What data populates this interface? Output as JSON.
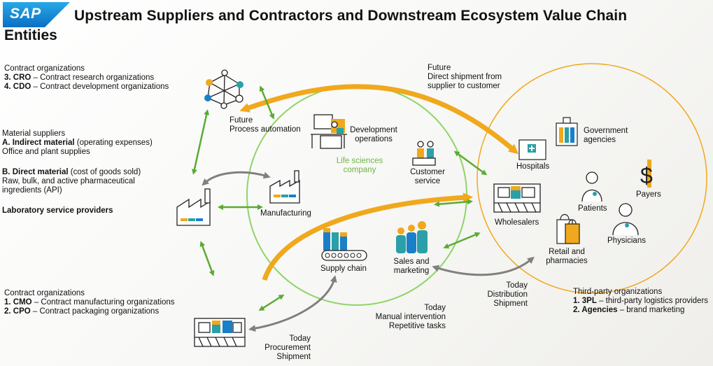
{
  "header": {
    "logo_text": "SAP",
    "title_line1": "Upstream Suppliers and Contractors and Downstream Ecosystem Value Chain",
    "title_line2": "Entities"
  },
  "left": {
    "contract_orgs_1": {
      "heading": "Contract organizations",
      "items": [
        {
          "code": "3. CRO",
          "desc": " – Contract research organizations"
        },
        {
          "code": "4. CDO",
          "desc": " – Contract development organizations"
        }
      ]
    },
    "material_suppliers": {
      "heading": "Material suppliers",
      "indirect_code": "A. Indirect material",
      "indirect_desc": " (operating expenses)",
      "indirect_line2": "Office and plant supplies",
      "direct_code": "B. Direct material",
      "direct_desc": " (cost of goods sold)",
      "direct_line2": "Raw, bulk, and active pharmaceutical",
      "direct_line3": "ingredients (API)"
    },
    "lab_providers": "Laboratory service providers",
    "contract_orgs_2": {
      "heading": "Contract organizations",
      "items": [
        {
          "code": "1. CMO",
          "desc": " – Contract manufacturing organizations"
        },
        {
          "code": "2. CPO",
          "desc": " – Contract packaging organizations"
        }
      ]
    }
  },
  "center": {
    "future_process": {
      "line1": "Future",
      "line2": "Process automation"
    },
    "future_direct": {
      "line1": "Future",
      "line2": "Direct shipment from",
      "line3": "supplier to customer"
    },
    "development": {
      "line1": "Development",
      "line2": "operations"
    },
    "company": {
      "line1": "Life sciences",
      "line2": "company"
    },
    "customer_service": {
      "line1": "Customer",
      "line2": "service"
    },
    "manufacturing": "Manufacturing",
    "supply_chain": "Supply chain",
    "sales": {
      "line1": "Sales and",
      "line2": "marketing"
    }
  },
  "bottom": {
    "procurement": {
      "line1": "Today",
      "line2": "Procurement",
      "line3": "Shipment"
    },
    "manual": {
      "line1": "Today",
      "line2": "Manual intervention",
      "line3": "Repetitive tasks"
    },
    "distribution": {
      "line1": "Today",
      "line2": "Distribution",
      "line3": "Shipment"
    }
  },
  "right": {
    "government": {
      "line1": "Government",
      "line2": "agencies"
    },
    "hospitals": "Hospitals",
    "payers": "Payers",
    "patients": "Patients",
    "wholesalers": "Wholesalers",
    "physicians": "Physicians",
    "retail": {
      "line1": "Retail and",
      "line2": "pharmacies"
    },
    "third_party": {
      "heading": "Third-party organizations",
      "items": [
        {
          "code": "1. 3PL",
          "desc": " – third-party logistics providers"
        },
        {
          "code": "2. Agencies",
          "desc": " – brand marketing"
        }
      ]
    }
  },
  "colors": {
    "orange": "#f0a81c",
    "green": "#5aab32",
    "light_green": "#8fd46a",
    "gray": "#808080",
    "blue": "#1a7fc9",
    "teal": "#2aa0a8"
  }
}
